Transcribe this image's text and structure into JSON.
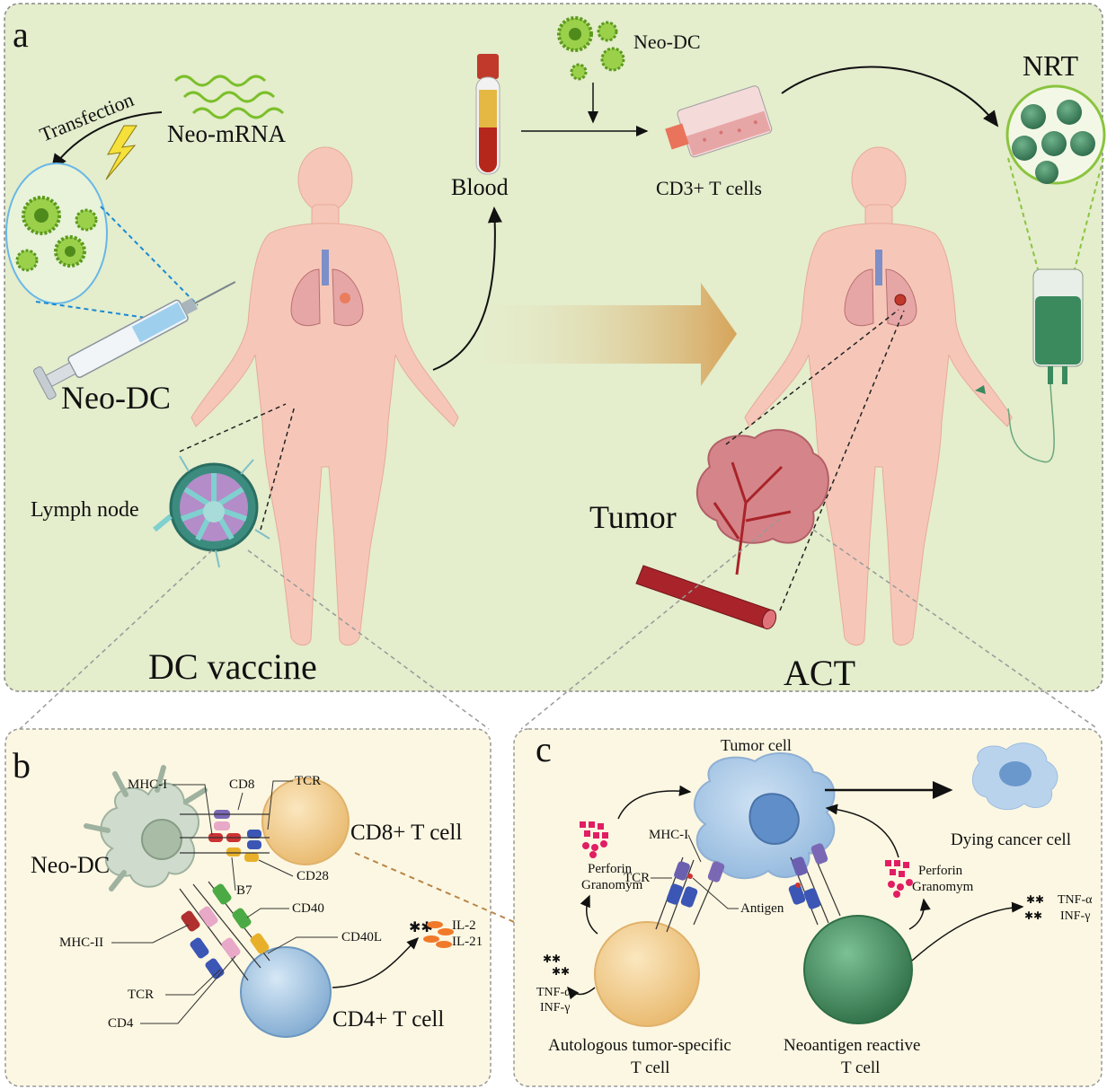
{
  "panel_a": {
    "letter": "a",
    "transfection": "Transfection",
    "neo_mrna": "Neo-mRNA",
    "neo_dc": "Neo-DC",
    "lymph_node": "Lymph node",
    "dc_vaccine": "DC vaccine",
    "blood": "Blood",
    "neo_dc_top": "Neo-DC",
    "cd3_t_cells": "CD3+ T cells",
    "nrt": "NRT",
    "tumor": "Tumor",
    "act": "ACT"
  },
  "panel_b": {
    "letter": "b",
    "neo_dc": "Neo-DC",
    "mhc_i": "MHC-I",
    "cd8": "CD8",
    "tcr_top": "TCR",
    "cd8_t_cell": "CD8+ T cell",
    "cd28": "CD28",
    "b7": "B7",
    "cd40": "CD40",
    "cd40l": "CD40L",
    "mhc_ii": "MHC-II",
    "il2": "IL-2",
    "il21": "IL-21",
    "tcr_bottom": "TCR",
    "cd4": "CD4",
    "cd4_t_cell": "CD4+ T cell"
  },
  "panel_c": {
    "letter": "c",
    "tumor_cell": "Tumor cell",
    "dying_cancer_cell": "Dying cancer cell",
    "mhc_i": "MHC-I",
    "tcr": "TCR",
    "antigen": "Antigen",
    "perforin_left": "Perforin",
    "granomym_left": "Granomym",
    "perforin_right": "Perforin",
    "granomym_right": "Granomym",
    "tnf_left": "TNF-α",
    "inf_left": "INF-γ",
    "tnf_right": "TNF-α",
    "inf_right": "INF-γ",
    "auto_line1": "Autologous tumor-specific",
    "auto_line2": "T cell",
    "neo_line1": "Neoantigen reactive",
    "neo_line2": "T cell"
  },
  "colors": {
    "panel_a_bg": "#e4edcc",
    "panel_bc_bg": "#fcf7e2",
    "body": "#f6c7b9",
    "cd8_cell": "#f4d296",
    "cd4_cell": "#a9cbe6",
    "neo_t_cell": "#4e9a6a",
    "tumor_cell": "#a8cce8",
    "dc_green": "#8ac43f"
  }
}
